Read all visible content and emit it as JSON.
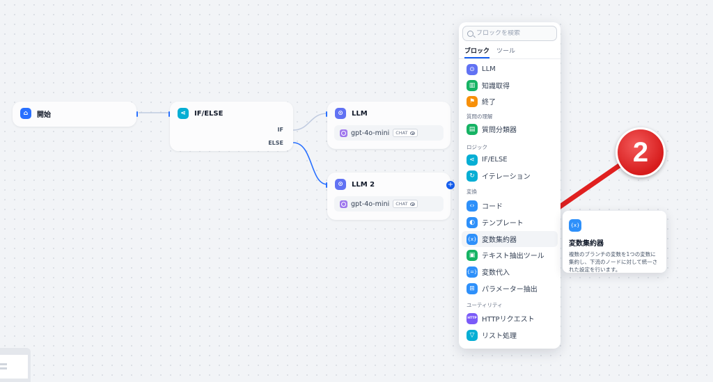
{
  "nodes": {
    "start": {
      "label": "開始",
      "color": "#2970ff"
    },
    "ifelse": {
      "label": "IF/ELSE",
      "color": "#06aed4",
      "branch_if": "IF",
      "branch_else": "ELSE"
    },
    "llm1": {
      "label": "LLM",
      "model": "gpt-4o-mini",
      "badge": "CHAT",
      "color": "#6172f3"
    },
    "llm2": {
      "label": "LLM 2",
      "model": "gpt-4o-mini",
      "badge": "CHAT",
      "color": "#6172f3"
    }
  },
  "picker": {
    "search_placeholder": "ブロックを検索",
    "tabs": [
      {
        "label": "ブロック"
      },
      {
        "label": "ツール"
      }
    ],
    "groups": {
      "understanding": "質問の理解",
      "logic": "ロジック",
      "transform": "変換",
      "utility": "ユーティリティ"
    },
    "items": [
      {
        "label": "LLM",
        "icon": "brain-icon",
        "color": "#6172f3"
      },
      {
        "label": "知識取得",
        "icon": "book-icon",
        "color": "#16b364"
      },
      {
        "label": "終了",
        "icon": "flag-icon",
        "color": "#f79009"
      },
      {
        "label": "質問分類器",
        "icon": "classifier-icon",
        "color": "#16b364"
      },
      {
        "label": "IF/ELSE",
        "icon": "branch-icon",
        "color": "#06aed4"
      },
      {
        "label": "イテレーション",
        "icon": "loop-icon",
        "color": "#06aed4"
      },
      {
        "label": "コード",
        "icon": "code-icon",
        "color": "#2e90fa"
      },
      {
        "label": "テンプレート",
        "icon": "template-icon",
        "color": "#2e90fa"
      },
      {
        "label": "変数集約器",
        "icon": "variable-icon",
        "color": "#2e90fa"
      },
      {
        "label": "テキスト抽出ツール",
        "icon": "document-icon",
        "color": "#16b364"
      },
      {
        "label": "変数代入",
        "icon": "assign-icon",
        "color": "#2e90fa"
      },
      {
        "label": "パラメーター抽出",
        "icon": "param-icon",
        "color": "#2e90fa"
      },
      {
        "label": "HTTPリクエスト",
        "icon": "http-icon",
        "color": "#7a5af8"
      },
      {
        "label": "リスト処理",
        "icon": "filter-icon",
        "color": "#06aed4"
      }
    ]
  },
  "tooltip": {
    "title": "変数集約器",
    "description": "複数のブランチの変数を1つの変数に集約し、下流のノードに対して統一された設定を行います。"
  },
  "annotation": {
    "number": "2",
    "color": "#e02020"
  }
}
